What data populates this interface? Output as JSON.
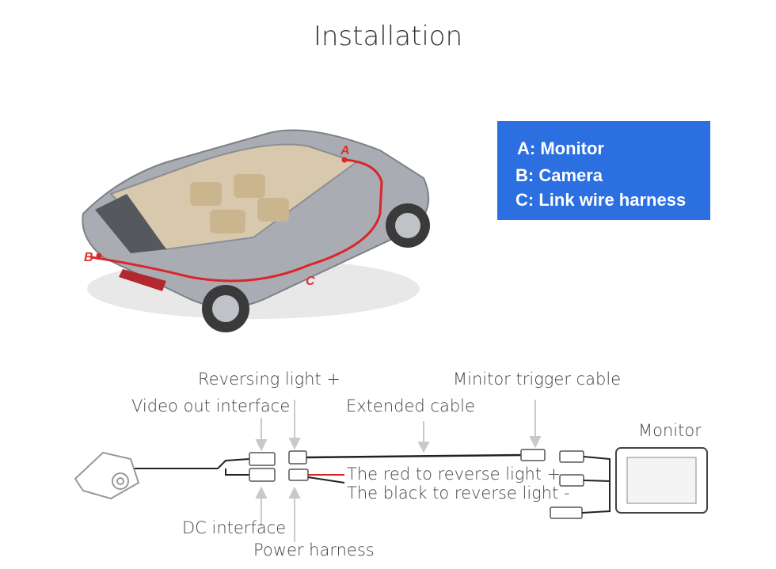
{
  "title": "Installation",
  "legend": {
    "a": "A: Monitor",
    "b": "B: Camera",
    "c": "C: Link wire harness"
  },
  "markers": {
    "a": "A",
    "b": "B",
    "c": "C"
  },
  "wiring": {
    "reversing_light": "Reversing light +",
    "monitor_trigger": "Minitor trigger cable",
    "video_out": "Video out interface",
    "extended_cable": "Extended cable",
    "monitor": "Monitor",
    "red_wire": "The red to reverse light +",
    "black_wire": "The black to reverse light -",
    "dc_interface": "DC interface",
    "power_harness": "Power harness"
  },
  "colors": {
    "legend_bg": "#2b6fe0",
    "route": "#d9262b",
    "car_body": "#a9adb3"
  }
}
